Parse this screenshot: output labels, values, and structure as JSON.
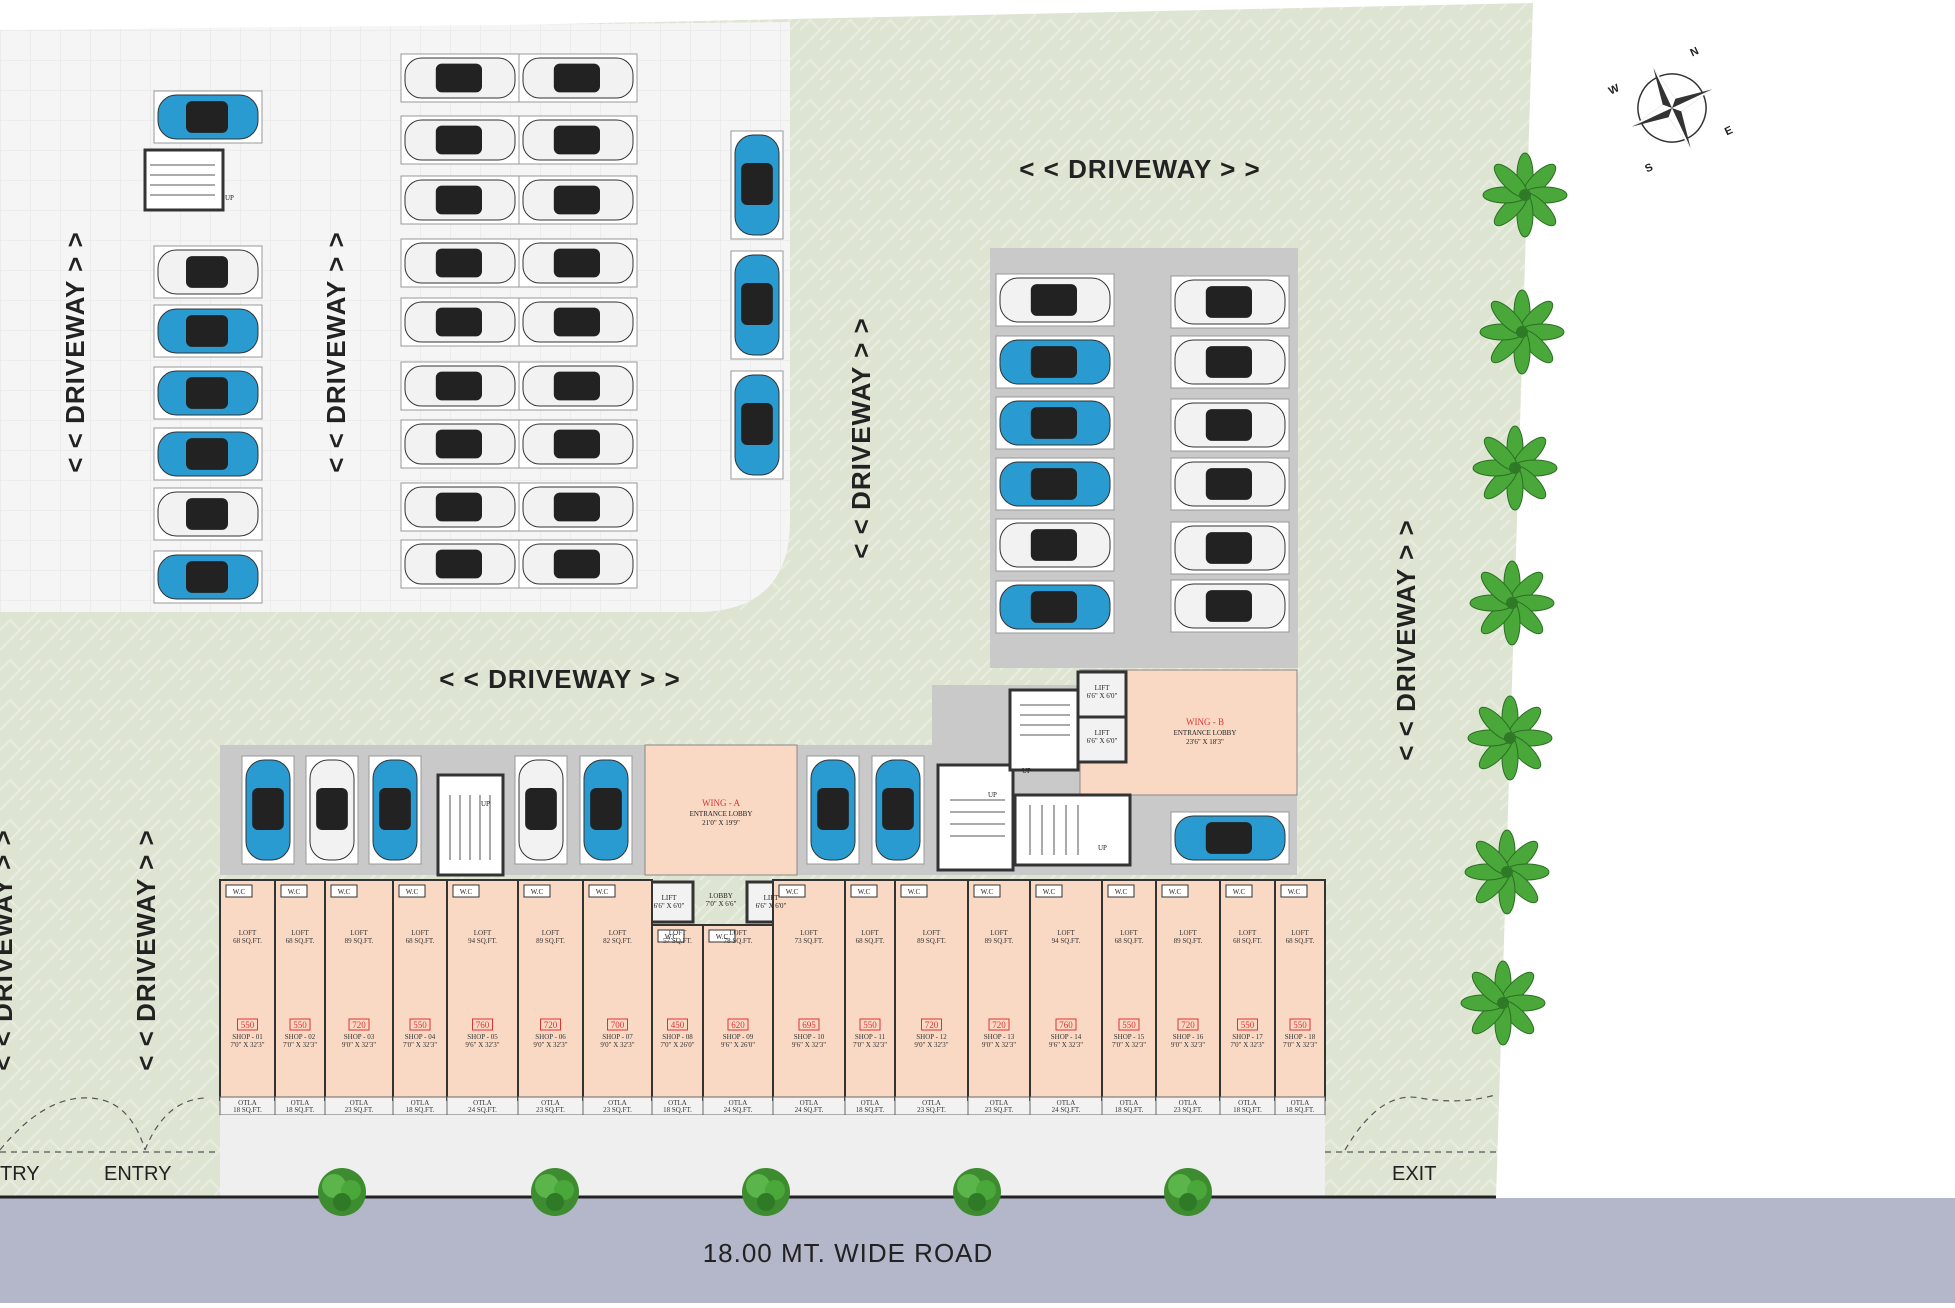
{
  "labels": {
    "driveway": "< < DRIVEWAY > >",
    "entry_left": "TRY",
    "entry": "ENTRY",
    "exit": "EXIT",
    "road": "18.00 MT. WIDE ROAD",
    "up": "UP",
    "wc": "W.C",
    "loft": "LOFT",
    "otla": "OTLA"
  },
  "compass": {
    "n": "N",
    "s": "S",
    "e": "E",
    "w": "W"
  },
  "wing_a": {
    "title": "WING - A",
    "lobby_label": "ENTRANCE LOBBY",
    "lobby_size": "21'0\" X 19'9\"",
    "lift_label": "LIFT",
    "lift_size": "6'6\" X 6'0\"",
    "lobby_small": "LOBBY",
    "lobby_small_size": "7'0\" X 6'6\""
  },
  "wing_b": {
    "title": "WING - B",
    "lobby_label": "ENTRANCE LOBBY",
    "lobby_size": "23'6\" X 18'3\"",
    "lift_label": "LIFT",
    "lift_size": "6'6\" X 6'0\""
  },
  "shops": [
    {
      "area": "550",
      "name": "SHOP - 01",
      "dim": "7'0\" X 32'3\"",
      "loft": "68 SQ.FT.",
      "otla": "18 SQ.FT."
    },
    {
      "area": "550",
      "name": "SHOP - 02",
      "dim": "7'0\" X 32'3\"",
      "loft": "68 SQ.FT.",
      "otla": "18 SQ.FT."
    },
    {
      "area": "720",
      "name": "SHOP - 03",
      "dim": "9'0\" X 32'3\"",
      "loft": "89 SQ.FT.",
      "otla": "23 SQ.FT."
    },
    {
      "area": "550",
      "name": "SHOP - 04",
      "dim": "7'0\" X 32'3\"",
      "loft": "68 SQ.FT.",
      "otla": "18 SQ.FT."
    },
    {
      "area": "760",
      "name": "SHOP - 05",
      "dim": "9'6\" X 32'3\"",
      "loft": "94 SQ.FT.",
      "otla": "24 SQ.FT."
    },
    {
      "area": "720",
      "name": "SHOP - 06",
      "dim": "9'0\" X 32'3\"",
      "loft": "89 SQ.FT.",
      "otla": "23 SQ.FT."
    },
    {
      "area": "700",
      "name": "SHOP - 07",
      "dim": "9'0\" X 32'3\"",
      "loft": "82 SQ.FT.",
      "otla": "23 SQ.FT."
    },
    {
      "area": "450",
      "name": "SHOP - 08",
      "dim": "7'0\" X 26'0\"",
      "loft": "57 SQ.FT.",
      "otla": "18 SQ.FT."
    },
    {
      "area": "620",
      "name": "SHOP - 09",
      "dim": "9'6\" X 26'0\"",
      "loft": "78 SQ.FT.",
      "otla": "24 SQ.FT."
    },
    {
      "area": "695",
      "name": "SHOP - 10",
      "dim": "9'6\" X 32'3\"",
      "loft": "73 SQ.FT.",
      "otla": "24 SQ.FT."
    },
    {
      "area": "550",
      "name": "SHOP - 11",
      "dim": "7'0\" X 32'3\"",
      "loft": "68 SQ.FT.",
      "otla": "18 SQ.FT."
    },
    {
      "area": "720",
      "name": "SHOP - 12",
      "dim": "9'0\" X 32'3\"",
      "loft": "89 SQ.FT.",
      "otla": "23 SQ.FT."
    },
    {
      "area": "720",
      "name": "SHOP - 13",
      "dim": "9'0\" X 32'3\"",
      "loft": "89 SQ.FT.",
      "otla": "23 SQ.FT."
    },
    {
      "area": "760",
      "name": "SHOP - 14",
      "dim": "9'6\" X 32'3\"",
      "loft": "94 SQ.FT.",
      "otla": "24 SQ.FT."
    },
    {
      "area": "550",
      "name": "SHOP - 15",
      "dim": "7'0\" X 32'3\"",
      "loft": "68 SQ.FT.",
      "otla": "18 SQ.FT."
    },
    {
      "area": "720",
      "name": "SHOP - 16",
      "dim": "9'0\" X 32'3\"",
      "loft": "89 SQ.FT.",
      "otla": "23 SQ.FT."
    },
    {
      "area": "550",
      "name": "SHOP - 17",
      "dim": "7'0\" X 32'3\"",
      "loft": "68 SQ.FT.",
      "otla": "18 SQ.FT."
    },
    {
      "area": "550",
      "name": "SHOP - 18",
      "dim": "7'0\" X 32'3\"",
      "loft": "68 SQ.FT.",
      "otla": "18 SQ.FT."
    }
  ],
  "colors": {
    "ground": "#dde5d2",
    "paving": "#f3f3f3",
    "shop": "#fad9c4",
    "road": "#b3b7c9",
    "parking_bay": "#c9c9c9",
    "car_blue": "#2a9bd0",
    "tree": "#4aa83a",
    "area_text": "#dd3333"
  },
  "icons": [
    "compass-rose-icon",
    "palm-tree-icon",
    "shrub-icon",
    "car-icon",
    "staircase-icon"
  ]
}
